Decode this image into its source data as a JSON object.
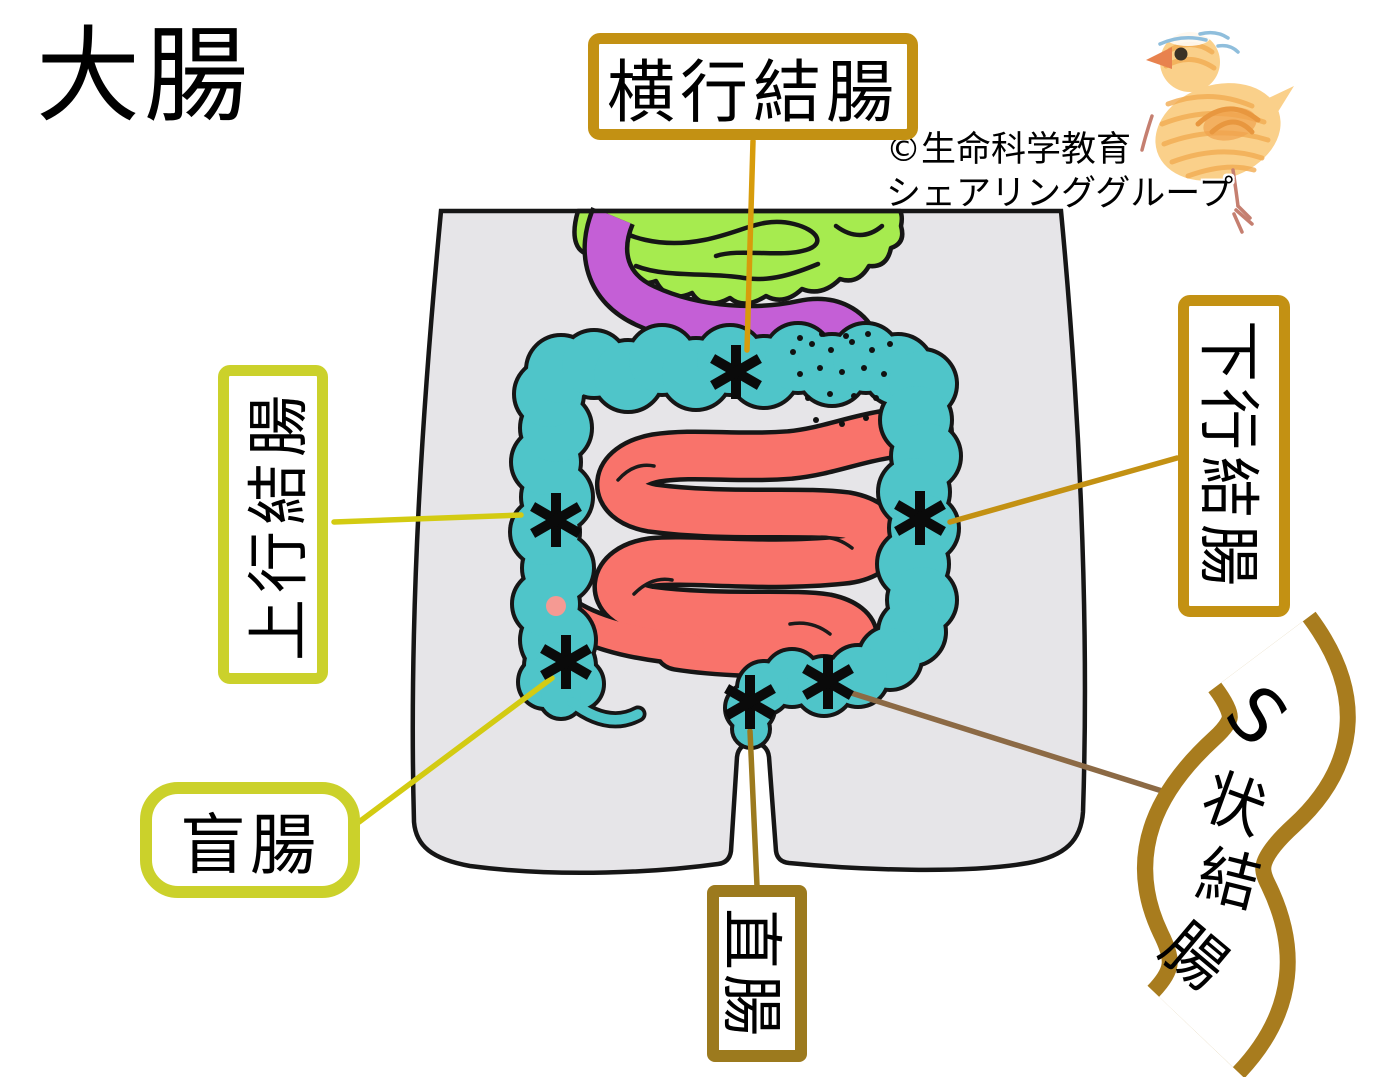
{
  "title": "大腸",
  "credit": {
    "line1": "©生命科学教育",
    "line2": "シェアリンググループ"
  },
  "labels": {
    "transverse_colon": "横行結腸",
    "ascending_colon": "上行結腸",
    "descending_colon": "下行結腸",
    "cecum": "盲腸",
    "rectum": "直腸",
    "sigmoid_colon": {
      "chars": [
        "S",
        "状",
        "結",
        "腸"
      ]
    }
  },
  "markers": {
    "glyph": "asterisk",
    "count": 6
  },
  "icons": {
    "chick": "chick-illustration"
  },
  "colors": {
    "gold_border": "#C39113",
    "yellow_green_border": "#CBD12B",
    "brown_border": "#9C7A1E",
    "ribbon_border": "#A87C1E",
    "colon_teal": "#4FC5C9",
    "small_intestine_red": "#F9736B",
    "stomach_green": "#A6EB4F",
    "duodenum_purple": "#C45FD6",
    "body_gray": "#E6E5E8",
    "leader_yellow": "#D3CB12",
    "leader_amber": "#D79C0C",
    "leader_brown": "#8C6A45"
  }
}
